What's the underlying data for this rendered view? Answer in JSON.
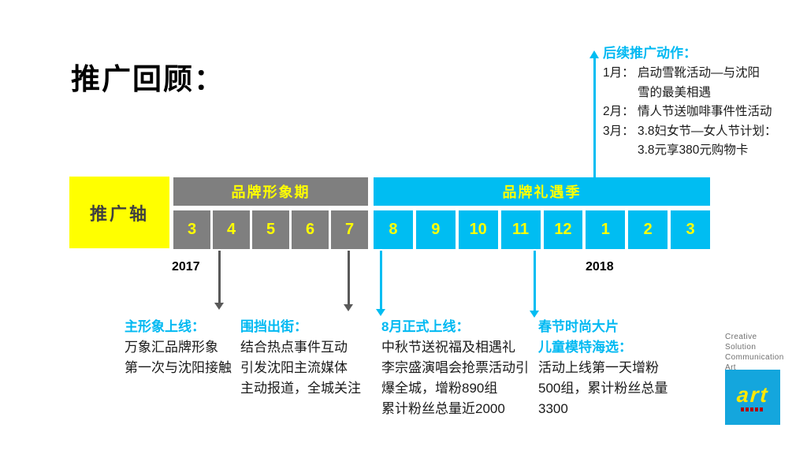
{
  "slide": {
    "title": "推广回顾：",
    "followup": {
      "title": "后续推广动作：",
      "items": [
        {
          "label": "1月：",
          "text": "启动雪靴活动—与沈阳\n雪的最美相遇"
        },
        {
          "label": "2月：",
          "text": "情人节送咖啡事件性活动"
        },
        {
          "label": "3月：",
          "text": "3.8妇女节—女人节计划：\n3.8元享380元购物卡"
        }
      ]
    },
    "timeline": {
      "axis_label": "推广轴",
      "phases": [
        {
          "name": "品牌形象期",
          "year": "2017",
          "months": [
            "3",
            "4",
            "5",
            "6",
            "7"
          ]
        },
        {
          "name": "品牌礼遇季",
          "year": "2018",
          "months": [
            "8",
            "9",
            "10",
            "11",
            "12",
            "1",
            "2",
            "3"
          ]
        }
      ]
    },
    "annotations": [
      {
        "title": "主形象上线：",
        "body": "万象汇品牌形象\n第一次与沈阳接触"
      },
      {
        "title": "围挡出街：",
        "body": "结合热点事件互动\n引发沈阳主流媒体\n主动报道，全城关注"
      },
      {
        "title": "8月正式上线：",
        "body": "中秋节送祝福及相遇礼\n李宗盛演唱会抢票活动引\n爆全城，增粉890组\n累计粉丝总量近2000"
      },
      {
        "title": "春节时尚大片\n儿童模特海选：",
        "body": "活动上线第一天增粉\n500组，累计粉丝总量\n3300"
      }
    ],
    "logo": {
      "caption": "Creative\nSolution\nCommunication\nArt",
      "mark": "art"
    },
    "colors": {
      "cyan": "#00BDF2",
      "yellow": "#FFFF00",
      "gray": "#7F7F7F",
      "dark_gray": "#595959",
      "logo_box": "#14A6DD",
      "logo_seal": "#B00000"
    }
  }
}
